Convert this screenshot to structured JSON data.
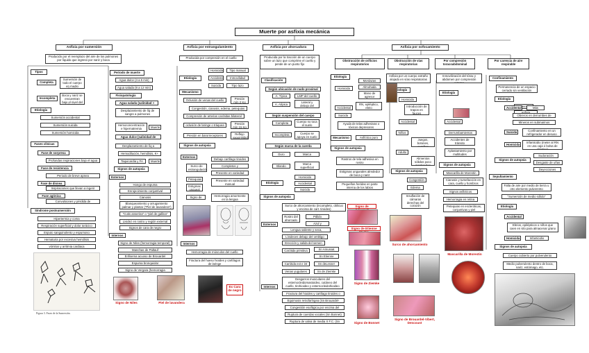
{
  "title": "Muerte por asfixia mecánica",
  "captions": {
    "amussat": "Signo de Amussat",
    "etienne": "Signo de Etienne Martin",
    "ahorcamiento": "Surco de ahorcamiento",
    "morestin": "Mascarilla de Morestin",
    "niles": "Signo de Niles",
    "lavandera": "Piel de lavandera",
    "cara_negro": "Ex Cara de negro",
    "ziemke": "Signo de Ziemke",
    "bonnet": "Signo de Bonnet",
    "brouardel": "Signo de Brouardel-Vibert, Descoust",
    "figura3": "Figura 3. Fases de la Sumersión."
  },
  "sumersion": {
    "header": "Asfixia por sumersión",
    "def": "Producido por el reemplazo del aire de los pulmones por líquido que ingresó por nariz y boca",
    "tipos": "Tipos",
    "completa": "Completa",
    "completa_d": "Sumersión de todo el cuerpo en medio líquido",
    "incompleta": "Incompleta",
    "incompleta_d": "Boca y nariz se encuentran bajo el nivel del líquido",
    "etiologia": "Etiología",
    "et1": "Sumersión accidental",
    "et2": "Sumersión suicida",
    "et3": "Sumersión homicida",
    "fases": "Fases clínicas",
    "sorpresa": "Fase de sorpresa",
    "sorpresa_d": "Profundas inspiraciones bajo el agua",
    "resistencia": "Fase de resistencia",
    "resistencia_d": "Periodo de breve apnea",
    "disnea": "Fase de disnea",
    "disnea_d": "Inspiraciones que llevan a ingerir líquido",
    "agonica": "Fase agónica",
    "agonica_d": "Convulsiones y pérdida de conciencia",
    "sindrome": "Síndrome postsumersión",
    "s1": "Hipertermia y coma",
    "s2": "Respiración superficial y dolor torácico",
    "s3": "Esputo sanguinolento y espumoso",
    "s4": "Hematuria por excesiva hemólisis",
    "s5": "vómitos y arritmia cardiaca",
    "periodo": "Periodo de muerte",
    "p1": "Agua dulce (4 a 5 min)",
    "p2": "Agua salada (8 a 12 min)",
    "fisio": "Fisiopatología",
    "salada": "Agua salada (salinidad > 3%)",
    "salada_1": "Desplazamiento de líq de sangre a pulmones",
    "salada_2": "Hemoconcentración e hipernatremia",
    "muerte": "Muerte",
    "dulce": "Agua dulce (salinidad de 0.5%)",
    "dulce_1": "Desplazamiento de líq a sangre",
    "dulce_2": "Hemodilución, hemólisis, K+",
    "dulce_3": "Taquicardia y FA",
    "muerte2": "Muerte",
    "signos": "Signos de autopsia",
    "externos": "Externos",
    "e1": "Hongo de espuma",
    "e2": "Enrojecimiento conjuntival",
    "e3": "Cianosis",
    "e4": "Blanqueamiento y arrugamiento palmar y plantar (\"Piel de lavandera\")",
    "e5": "\"Cutis anserina\" o \"piel de gallina\"",
    "e6": "Lividez en rostro y región external",
    "e7": "Signos de cara de negro",
    "internos": "Internos",
    "i1": "Signo de Niles (hemorragia temporal)",
    "i2": "Manchas de Paltauf",
    "i3": "Enfisema acuoso de Brouardel",
    "i4": "Espuma bronquiolar",
    "i5": "Signo de Vergara (hemorragia etmoidal)"
  },
  "estrangulamiento": {
    "header": "Asfixia por estrangulamiento",
    "def": "Producida por compresión en el cuello",
    "etiologia": "Etiología",
    "homicida": "Homicida",
    "tipo_manual": "Tipo manual",
    "accidental": "Accidental",
    "inmovilidad": "Inmovilidad",
    "suicida": "Suicida",
    "tipo_lazo": "Tipo lazo",
    "mecanismo": "Mecanismo",
    "m1": "Oclusión de venas del cuello",
    "m1v": "Presión mín 2 Kg",
    "m2": "Congestión, cianosis, edema, petequias",
    "m3": "Compresión de arterias carótidas bilateral",
    "m4": "oclusión de laringe o tráquea",
    "m4v": "Presión mín 15 Kg",
    "m5": "Presión en barorreceptores",
    "m5v": "Reflejo vagoinhibidor",
    "signos": "Signos de autopsia",
    "externos": "Externos",
    "surco": "Surco de estrangulación",
    "surco_1": "Debajo cartílago tiroides",
    "surco_2": "Completos y horizontales",
    "surco_3": "Presente en variedad lazo",
    "petequias": "Petequias",
    "estigmas": "Estigmas ungueal",
    "estigmas_d": "Presente en variedad manual",
    "zibkov": "Signo de Zibkov",
    "zibkov_d": "Hemorragia amormente en la lengua",
    "internos": "Internos",
    "in1": "Hemorragia de músculos del cuello",
    "in2": "Fractura del hueso hioides y cartílagos de laringe"
  },
  "ahorcadura": {
    "header": "Asfixia por ahorcadura",
    "def": "Producida por la tracción de un cuerpo sobre un lazo que comprime el cuello y pende de un punto fijo",
    "clasif": "Clasificación",
    "nudo": "Según ubicación de nudo proximal",
    "tipica": "A. Típica",
    "tipica_d": "LMP del cuello",
    "atipica": "A. Atípica",
    "atipica_d": "Lateral y debajo del mentón",
    "suspension": "Según suspensión del cuerpo",
    "completa": "Completa",
    "completa_d": "Cuerpo no toca el suelo",
    "incompleta": "Incompleta",
    "incompleta_d": "Cuerpo se apoya en suelo",
    "marca": "Según marca de la cuerda",
    "duro": "Duro",
    "duro_d": "Marca profunda",
    "blando": "Blando",
    "blando_d": "Marca superficial",
    "etiologia": "Etiología",
    "et1": "Homicida",
    "et2": "Accidental",
    "et3": "Suicida",
    "signos": "Signos de autopsia",
    "externos": "Externos",
    "x1": "Surco de ahorcamiento (incompleto, oblicuo y encima de cart. tiroides)",
    "x2": "Rostro del ahorcado",
    "x2a": "Pálido",
    "x2b": "Azul y violáceo",
    "x3": "Lengua saliente y seca, obstrucción",
    "x4": "Lívideces debajo del ombligo",
    "x5": "Erección y salida del semen",
    "internos": "Internos",
    "y1": "Carótida primitiva",
    "y1s": "Sn Amussat",
    "y1b": "Sn Etienne Martin",
    "y2": "Carótida ext e int",
    "y2s": "Sn deLesser",
    "y3": "Venas yugulares",
    "y3s": "Sn de Ziemke",
    "y4": "Desgarros musculares del esternocleidomastoideo, cutáneo del cuello, tirohioideo y esternocleidohioideo",
    "y5": "Fractura del hioides y cartílago tiroides o cricoides",
    "y6": "Equimosis retrofaríngea (Sn Brouardel-Vibert-Descoust)",
    "y7": "Congestión esofágica por encima del surco",
    "y8": "Ruptura de cuerdas vocales (Sn Bonnet)",
    "y9": "Ruptura de valva de media X F.C. (Sn Dotto)"
  },
  "sofocamiento": {
    "header": "Asfixia por sofocamiento",
    "orif": "Obstrucción de orificios respiratorios",
    "orif_et": "Etiología",
    "homicida": "Homicida",
    "mordazas": "Mordazas",
    "almohada": "Almohada",
    "mano": "Mano de agresor",
    "accidental": "Accidental",
    "rn": "RN, epiléptico, ebrio",
    "suicida": "Suicida",
    "ayuda": "Ayuda de telas adhesivas o tóxicos depresores",
    "mecanismo": "Mecanismo",
    "asfictico": "Asfíctico puro",
    "signos": "Signos de autopsia",
    "s1": "Rastros de tela adhesiva en rostro",
    "s2": "Estigmas ungueales alrededor de boca y nariz",
    "s3": "Pequeñas heridas en parte interna de los labios",
    "vias": "Obstrucción de vías respiratorias",
    "vias_def": "Asfixia por un cuerpo extraño alojado en vías respiratorias",
    "vias_et": "Etiología",
    "v_hom": "Homicida",
    "v_hom_d": "Introducción de trapos en fauces",
    "v_acc": "Accidental",
    "ninos": "Niños",
    "ninos_d": "Juegos, botones, semillas",
    "adulto": "Adulto",
    "adulto_d": "Alimentos sólidos poco masticados",
    "v_sig": "Signos de autopsia",
    "congestion": "Congestión",
    "edema": "Edema",
    "insuf": "Insuflación de cámaras derechas del corazón",
    "toraco": "Por compresión toracoabdominal",
    "toraco_def": "Inmovilización del tórax y abdomen por compresión externa",
    "t_et": "Etiología",
    "t_acc": "Accidental",
    "derrumbamientos": "Derrumbamientos",
    "transito": "Accidentes de tránsito",
    "aplastamiento": "Aplastamiento por multitudes",
    "t_sig": "Signos de autopsia",
    "morestin": "Mascarilla de Morestin",
    "cianosis": "Cianosis y tumefacción en cara, cuello y hombros",
    "asfictico2": "Signos asfícticos",
    "hemorragia": "Hemorragia en retina",
    "petequias": "Petequias en escleróticas, conjuntivas y piel periorbitaria",
    "carencia": "Por carencia de aire respirable",
    "confinamiento": "Confinamiento",
    "conf_def": "Permanencia de un espacio cerrado sin ventilación",
    "c_et": "Etiología",
    "c_hom": "Homicida",
    "c_acc": "Accidental",
    "c_acc_d": "Asfixia posicional",
    "mas_comun": "Más común",
    "c_acc_1": "Obreros en derrumbes de minas",
    "c_acc_2": "Mineros en submarinos hundido",
    "c_sui": "Suicida",
    "c_sui_d": "Confinamiento en un refrigerador en desuso",
    "c_hom2": "Homicida",
    "c_hom2_d": "Infanticidio (meter al RN en una caja ó bolsa de plástico)",
    "c_sig": "Signos de autopsia",
    "sudoracion": "Sudoración",
    "desgaste": "Desgaste de uñas",
    "deyecciones": "Deyecciones",
    "sepultamiento": "Sepultamiento",
    "sep_def": "Falta de aire por medio de tierra u otro elemento pulverento",
    "sep_q": "\"Sumersión de medio sólido\"",
    "sep_et": "Etiología",
    "sep_acc": "Accidental",
    "sep_acc_d": "Ebrios, epilépticos o niños que caen en silo para almacenar grano",
    "sep_hom": "Homicida",
    "sep_hom_d": "Infanticidio",
    "sep_sig": "Signos de autopsia",
    "sep_s1": "Cuerpo cubierto por pulverulento",
    "sep_s2": "Medio pulverulento dentro de boca, nariz, estómago, etc."
  }
}
